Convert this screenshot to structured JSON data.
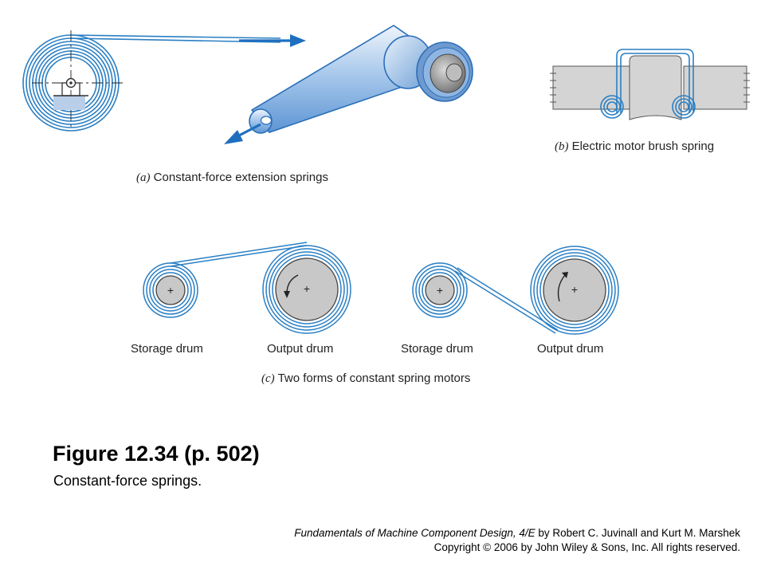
{
  "figure": {
    "title": "Figure 12.34 (p. 502)",
    "subtitle": "Constant-force springs.",
    "credit_book": "Fundamentals of Machine Component Design, 4/E",
    "credit_authors": "by Robert C. Juvinall and Kurt M. Marshek",
    "credit_copyright": "Copyright © 2006 by John Wiley & Sons, Inc. All rights reserved."
  },
  "panels": {
    "a": {
      "letter": "(a)",
      "caption": "Constant-force extension springs"
    },
    "b": {
      "letter": "(b)",
      "caption": "Electric motor brush spring"
    },
    "c": {
      "letter": "(c)",
      "caption": "Two forms of constant spring motors",
      "labels": [
        "Storage drum",
        "Output drum",
        "Storage drum",
        "Output drum"
      ]
    }
  },
  "colors": {
    "spring_blue": "#2a7fc4",
    "arrow_blue": "#1f6fbf",
    "drum_gray": "#c8c8c8",
    "body_gray": "#d4d4d4"
  }
}
